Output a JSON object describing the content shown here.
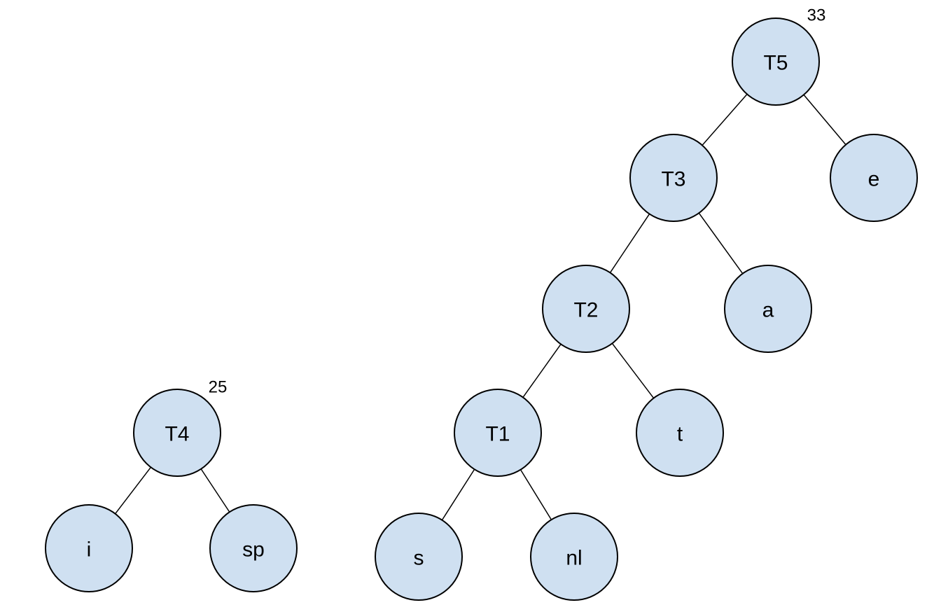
{
  "style": {
    "node_fill": "#cfe0f1",
    "node_stroke": "#000000",
    "edge_color": "#000000"
  },
  "trees": [
    {
      "root": "T4",
      "weight": "25",
      "nodes": [
        {
          "id": "T4",
          "label": "T4"
        },
        {
          "id": "i",
          "label": "i"
        },
        {
          "id": "sp",
          "label": "sp"
        }
      ],
      "edges": [
        {
          "from": "T4",
          "to": "i"
        },
        {
          "from": "T4",
          "to": "sp"
        }
      ]
    },
    {
      "root": "T5",
      "weight": "33",
      "nodes": [
        {
          "id": "T5",
          "label": "T5"
        },
        {
          "id": "T3",
          "label": "T3"
        },
        {
          "id": "e",
          "label": "e"
        },
        {
          "id": "T2",
          "label": "T2"
        },
        {
          "id": "a",
          "label": "a"
        },
        {
          "id": "T1",
          "label": "T1"
        },
        {
          "id": "t",
          "label": "t"
        },
        {
          "id": "s",
          "label": "s"
        },
        {
          "id": "nl",
          "label": "nl"
        }
      ],
      "edges": [
        {
          "from": "T5",
          "to": "T3"
        },
        {
          "from": "T5",
          "to": "e"
        },
        {
          "from": "T3",
          "to": "T2"
        },
        {
          "from": "T3",
          "to": "a"
        },
        {
          "from": "T2",
          "to": "T1"
        },
        {
          "from": "T2",
          "to": "t"
        },
        {
          "from": "T1",
          "to": "s"
        },
        {
          "from": "T1",
          "to": "nl"
        }
      ]
    }
  ]
}
